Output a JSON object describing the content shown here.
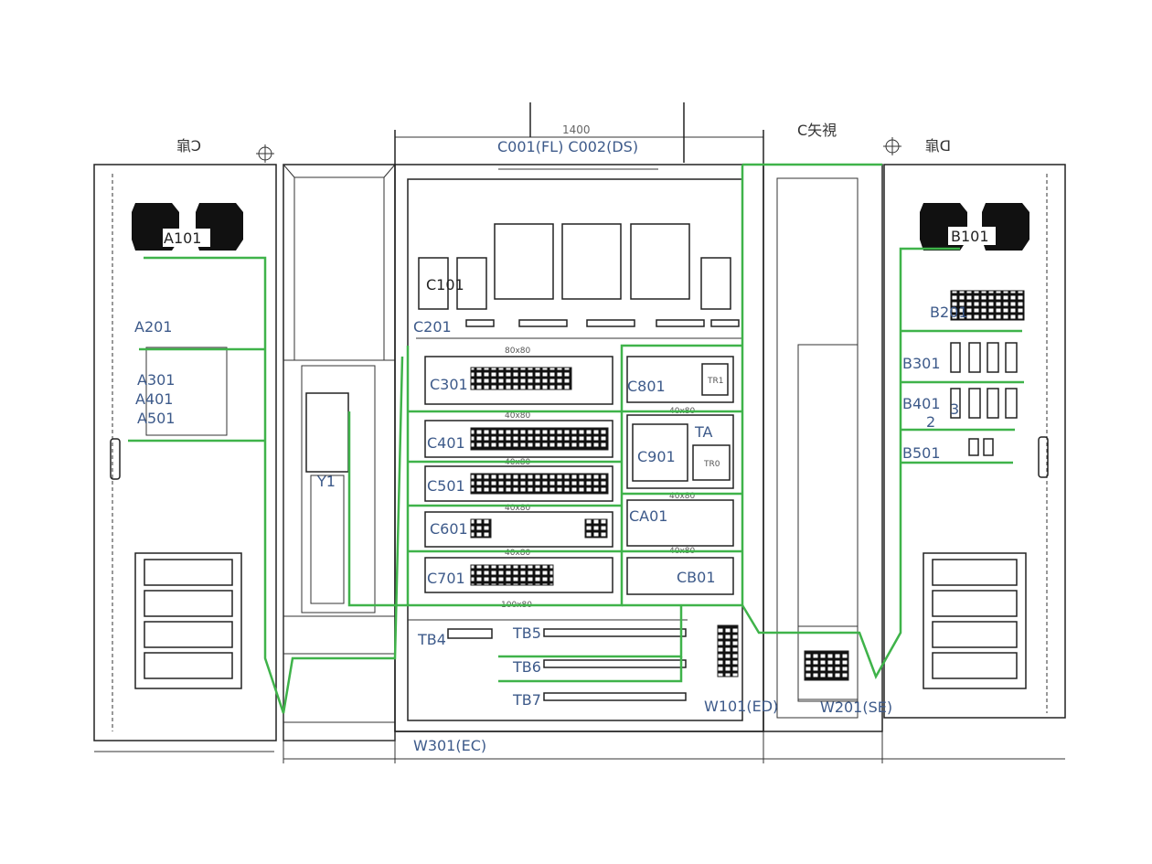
{
  "drawing": {
    "dimension_overall": "1400",
    "view_label": "C矢視",
    "left_door_label": "C扉",
    "right_door_label": "D扉",
    "top_label": "C001(FL) C002(DS)",
    "colors": {
      "label": "#3d5a8a",
      "wiring": "#3fb34a",
      "linework": "#222222"
    }
  },
  "left_door": {
    "labels": [
      "A101",
      "A201",
      "A301",
      "A401",
      "A501"
    ]
  },
  "right_door": {
    "labels": [
      "B101",
      "B201",
      "B301",
      "B401",
      "2",
      "3",
      "B501"
    ]
  },
  "left_column": {
    "label": "Y1"
  },
  "main_panel": {
    "labels": {
      "c101": "C101",
      "c201": "C201",
      "c301": "C301",
      "c401": "C401",
      "c501": "C501",
      "c601": "C601",
      "c701": "C701",
      "c801": "C801",
      "c901": "C901",
      "ta": "TA",
      "ca01": "CA01",
      "cb01": "CB01",
      "tb4": "TB4",
      "tb5": "TB5",
      "tb6": "TB6",
      "tb7": "TB7"
    },
    "ducts": [
      "80x80",
      "40x80",
      "40x80",
      "40x80",
      "40x80",
      "40x80",
      "40x80",
      "40x80",
      "100x80"
    ],
    "component_tags": [
      "TR1",
      "TR0"
    ]
  },
  "bottom": {
    "w101": "W101(ED)",
    "w201": "W201(SE)",
    "w301": "W301(EC)"
  }
}
